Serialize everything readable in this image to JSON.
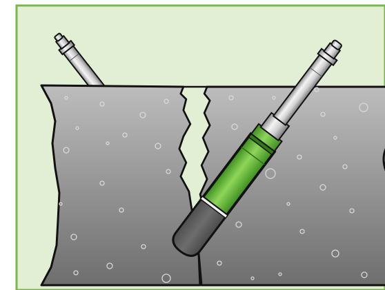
{
  "diagram": {
    "colors": {
      "panel_background": "#e3efd4",
      "panel_border": "#7ab648",
      "concrete_light": "#b7b7b7",
      "concrete_dark": "#6f6f6f",
      "crack_fill": "#e3efd4",
      "outline": "#111111",
      "sleeve_green": "#7ac943",
      "sleeve_green_dark": "#4f9a2a",
      "hole_fill": "#5f5f5f",
      "steel_light": "#f2f2f2",
      "steel_dark": "#8c8c8c"
    },
    "elements": [
      "concrete-slab-left",
      "concrete-slab-right",
      "crack",
      "drilled-hole",
      "injection-packer-installed",
      "injection-packer-separate"
    ]
  }
}
